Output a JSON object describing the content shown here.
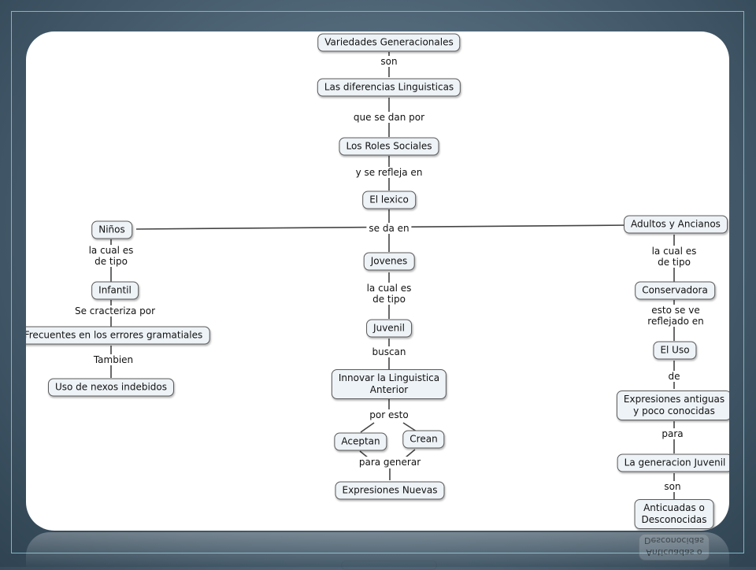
{
  "nodes": {
    "variedades": "Variedades Generacionales",
    "diferencias": "Las diferencias Linguisticas",
    "roles": "Los  Roles Sociales",
    "lexico": "El lexico",
    "ninos": "Niños",
    "adultos": "Adultos y Ancianos",
    "jovenes": "Jovenes",
    "infantil": "Infantil",
    "conservadora": "Conservadora",
    "juvenil": "Juvenil",
    "frecuentes": "Frecuentes en los errores gramatiales",
    "el_uso": "El Uso",
    "innovar_1": "Innovar la Linguistica",
    "innovar_2": "Anterior",
    "uso_nexos": "Uso de nexos indebidos",
    "expresiones_ant_1": "Expresiones antiguas",
    "expresiones_ant_2": "y poco conocidas",
    "aceptan": "Aceptan",
    "crean": "Crean",
    "generacion_juvenil": "La generacion Juvenil",
    "expresiones_nuevas": "Expresiones Nuevas",
    "anticuadas_1": "Anticuadas o",
    "anticuadas_2": "Desconocidas"
  },
  "links": {
    "son_1": "son",
    "que_se_dan_por": "que se dan por",
    "y_se_refleja_en": "y se refleja en",
    "se_da_en": "se da en",
    "cual_tipo_1a": "la cual es",
    "cual_tipo_1b": "de tipo",
    "cual_tipo_2a": "la cual es",
    "cual_tipo_2b": "de tipo",
    "cual_tipo_3a": "la cual es",
    "cual_tipo_3b": "de tipo",
    "se_cracteriza_por": "Se cracteriza por",
    "tambien": "Tambien",
    "buscan": "buscan",
    "esto_se_ve_1": "esto se ve",
    "esto_se_ve_2": "reflejado en",
    "de": "de",
    "por_esto": "por esto",
    "para_generar": "para generar",
    "para": "para",
    "son_2": "son"
  },
  "reflection": {
    "line1": "Anticuadas o",
    "line2": "Desconocidas"
  },
  "colors": {
    "node_fill": "#eef3f7",
    "node_border": "#5a5a5a",
    "connector": "#444444",
    "background_dark": "#2f4352",
    "frame_accent": "#7fb6c4"
  }
}
